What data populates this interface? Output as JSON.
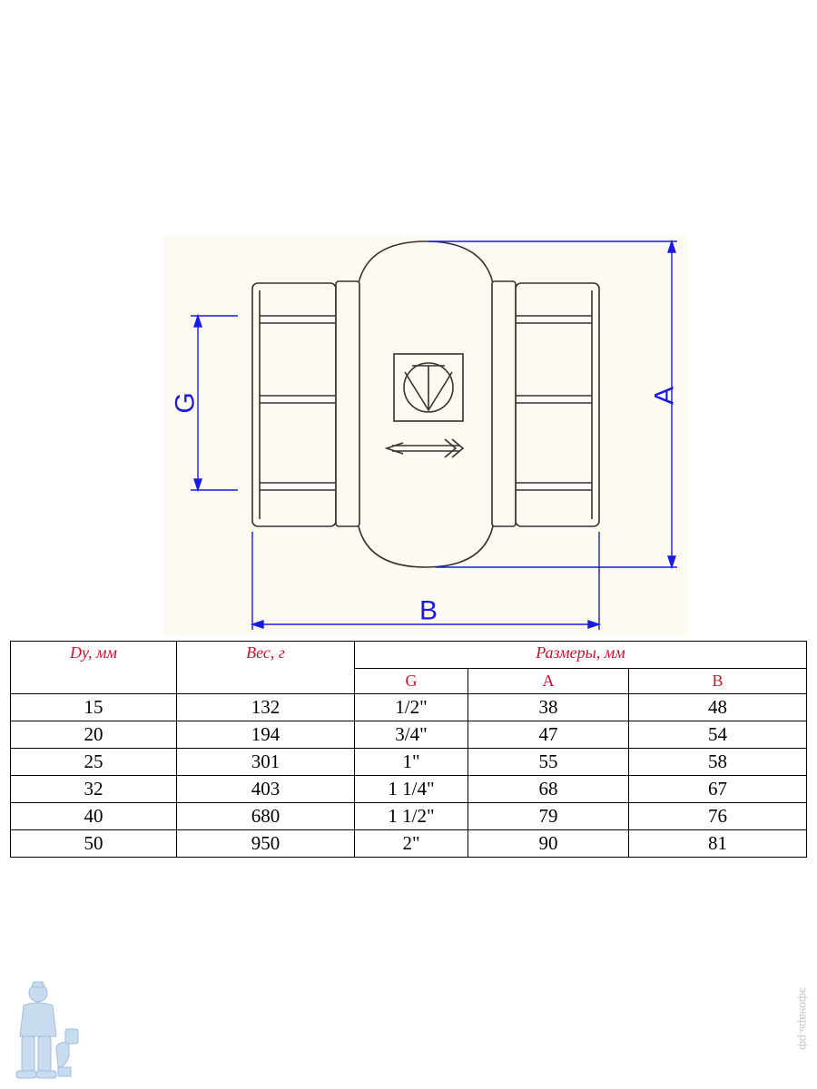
{
  "drawing": {
    "labels": {
      "g": "G",
      "a": "A",
      "b": "B"
    },
    "colors": {
      "background": "#fdfbf1",
      "outline": "#333333",
      "dimension": "#1a1ae0"
    },
    "icons": [
      "valve-logo-icon",
      "flow-arrow-icon"
    ]
  },
  "table": {
    "headers": {
      "dy": "Dy, мм",
      "weight": "Вес, г",
      "dimensions": "Размеры, мм"
    },
    "subheaders": [
      "G",
      "A",
      "B"
    ],
    "rows": [
      [
        "15",
        "132",
        "1/2\"",
        "38",
        "48"
      ],
      [
        "20",
        "194",
        "3/4\"",
        "47",
        "54"
      ],
      [
        "25",
        "301",
        "1\"",
        "55",
        "58"
      ],
      [
        "32",
        "403",
        "1 1/4\"",
        "68",
        "67"
      ],
      [
        "40",
        "680",
        "1 1/2\"",
        "79",
        "76"
      ],
      [
        "50",
        "950",
        "2\"",
        "90",
        "81"
      ]
    ],
    "header_color": "#c8102e"
  },
  "footer": {
    "watermark": "эфонарь.рф",
    "logo_icon": "plumber-mascot-icon"
  }
}
